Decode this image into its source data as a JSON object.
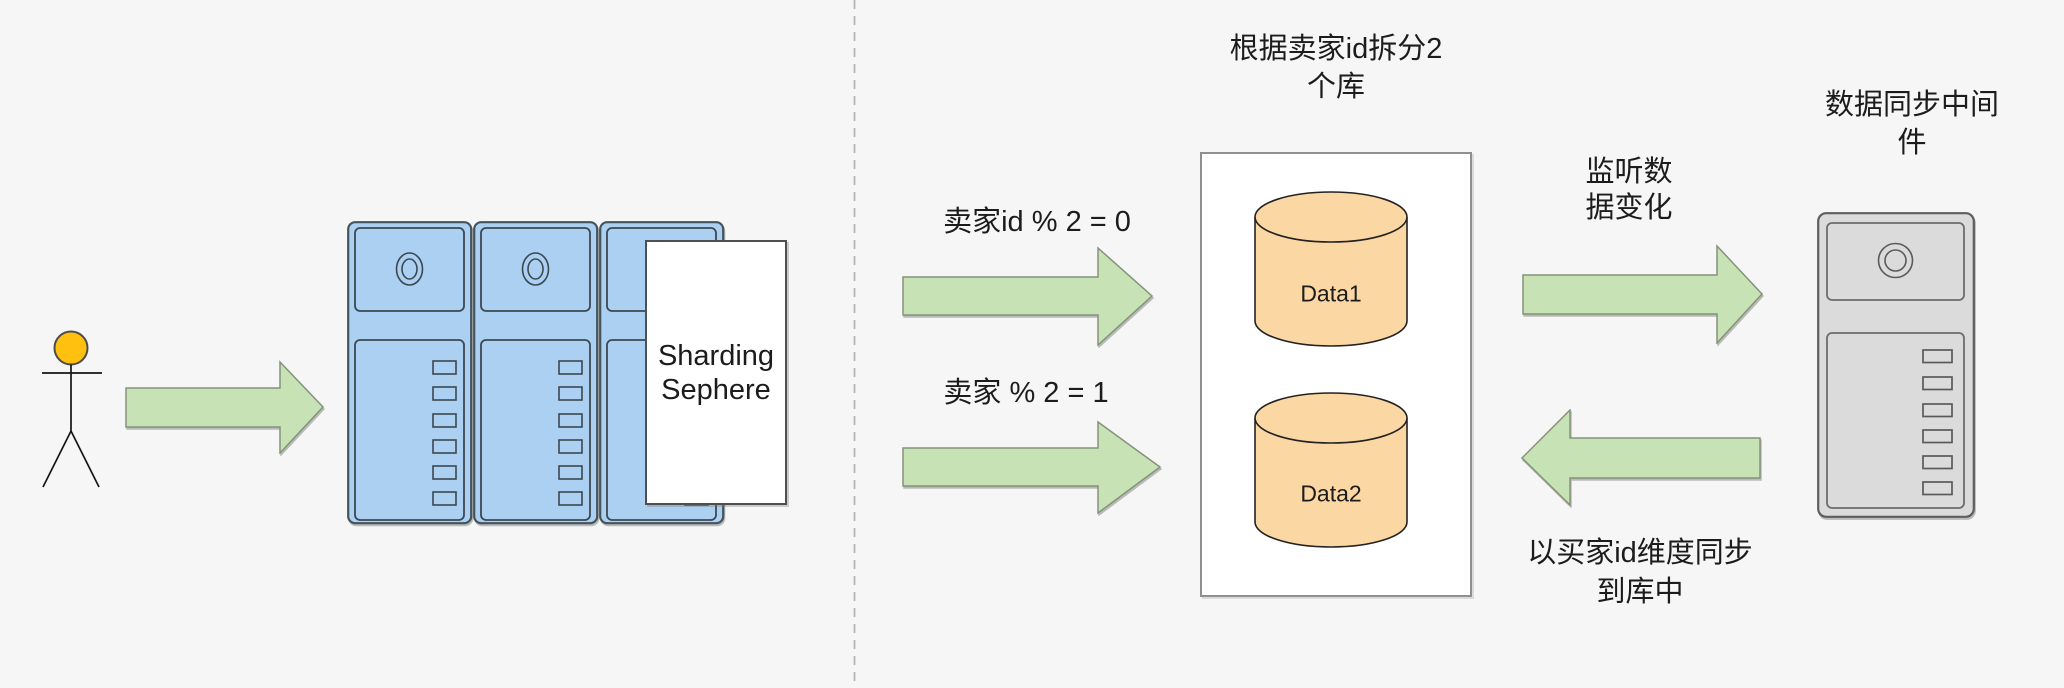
{
  "diagram": {
    "user": {
      "icon": "person-stick-figure"
    },
    "app_cluster": {
      "rack_count": 3,
      "overlay_label_line1": "Sharding",
      "overlay_label_line2": "Sephere"
    },
    "shard_group": {
      "title_line1": "根据卖家id拆分2",
      "title_line2": "个库",
      "rule_even": "卖家id % 2 = 0",
      "rule_odd": "卖家 % 2 = 1",
      "databases": [
        {
          "label": "Data1"
        },
        {
          "label": "Data2"
        }
      ]
    },
    "sync": {
      "listen_line1": "监听数",
      "listen_line2": "据变化",
      "middleware_title_line1": "数据同步中间",
      "middleware_title_line2": "件",
      "writeback_line1": "以买家id维度同步",
      "writeback_line2": "到库中"
    }
  },
  "colors": {
    "background": "#f6f6f6",
    "arrow_fill": "#c7e2b4",
    "arrow_stroke": "#85927c",
    "rack_fill": "#abd0f2",
    "rack_stroke": "#44545f",
    "cylinder_fill": "#fbd7a4",
    "cylinder_stroke": "#222222",
    "gray_server_fill": "#dbdbdb",
    "gray_server_stroke": "#5e5e5e",
    "person_head_fill": "#ffc010",
    "divider": "#b4b4b4",
    "box_border_dark": "#4f4f4f",
    "box_border_light": "#8f8f8f"
  }
}
